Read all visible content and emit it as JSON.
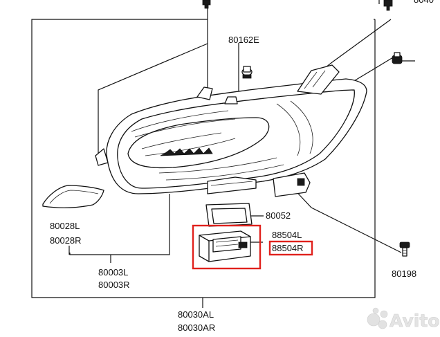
{
  "labels": {
    "top_partial": "8040",
    "p80162E": "80162E",
    "p80052": "80052",
    "p88504L": "88504L",
    "p88504R": "88504R",
    "p80028L": "80028L",
    "p80028R": "80028R",
    "p80003L": "80003L",
    "p80003R": "80003R",
    "p80030AL": "80030AL",
    "p80030AR": "80030AR",
    "p80198": "80198"
  },
  "highlight_color": "#e0211c",
  "watermark": {
    "text": "Avito",
    "icon": "avito-logo-dots-icon"
  }
}
